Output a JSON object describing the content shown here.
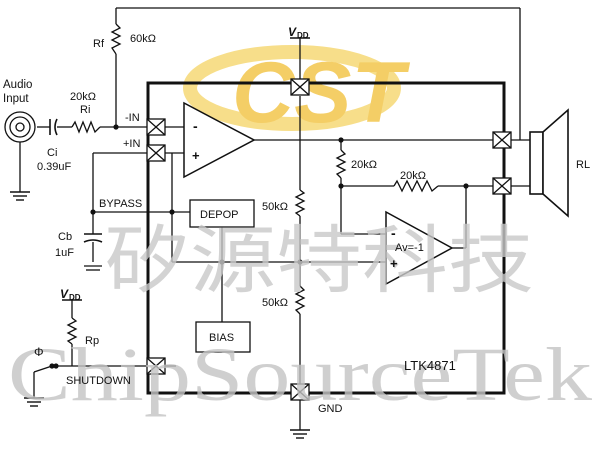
{
  "watermark": {
    "logo": "CST",
    "chinese": "矽源特科技",
    "english": "ChipSourceTek",
    "logo_colors": [
      "#f6d976",
      "#f3c64c"
    ]
  },
  "labels": {
    "audio_input_line1": "Audio",
    "audio_input_line2": "Input",
    "rf": "Rf",
    "rf_value": "60kΩ",
    "ri_value": "20kΩ",
    "ri": "Ri",
    "ci": "Ci",
    "ci_value": "0.39uF",
    "in_minus": "-IN",
    "in_plus": "+IN",
    "bypass": "BYPASS",
    "cb": "Cb",
    "cb_value": "1uF",
    "vdd_top_v": "V",
    "vdd_top_sub": "DD",
    "vdd_left_v": "V",
    "vdd_left_sub": "DD",
    "rp": "Rp",
    "phi": "Φ",
    "shutdown": "SHUTDOWN",
    "depop": "DEPOP",
    "bias": "BIAS",
    "r_div_top": "50kΩ",
    "r_div_bottom": "50kΩ",
    "r_fb1": "20kΩ",
    "r_fb2": "20kΩ",
    "amp1_minus": "-",
    "amp1_plus": "+",
    "amp2_minus": "-",
    "amp2_plus": "+",
    "amp2_gain": "Av=-1",
    "chip": "LTK4871",
    "gnd": "GND",
    "rl": "RL"
  },
  "colors": {
    "wire": "#111111",
    "chip_border": "#111111"
  }
}
